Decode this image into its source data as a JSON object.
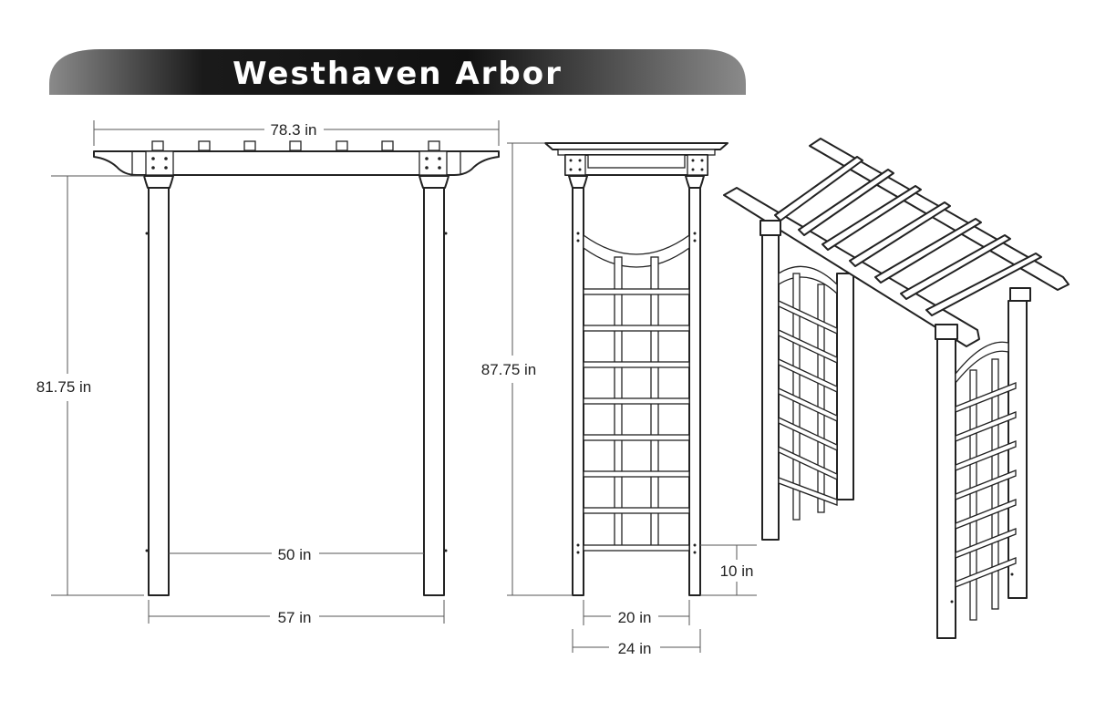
{
  "title": "Westhaven Arbor",
  "front_view": {
    "overall_width": "78.3 in",
    "post_height": "81.75 in",
    "inner_width": "50 in",
    "outer_width": "57 in"
  },
  "side_view": {
    "overall_height": "87.75 in",
    "ground_clearance": "10 in",
    "inner_depth": "20 in",
    "outer_depth": "24 in"
  },
  "colors": {
    "banner_dark": "#111111",
    "banner_light": "#7a7a7a",
    "line": "#222222"
  }
}
